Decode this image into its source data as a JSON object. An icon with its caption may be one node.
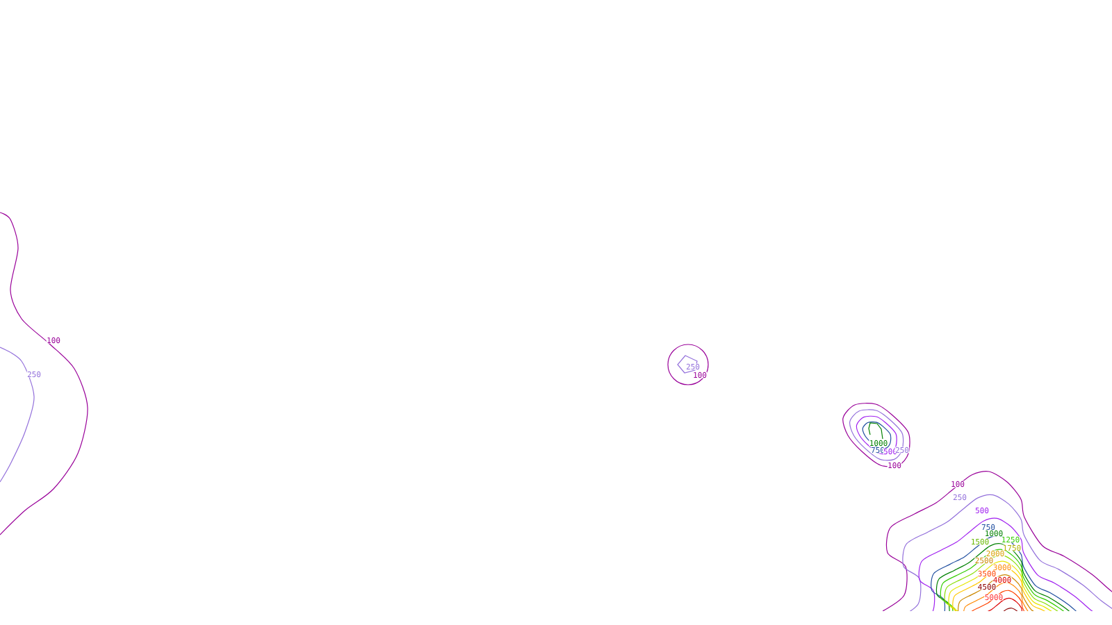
{
  "diagram": {
    "labels": [
      "100",
      "250",
      "250",
      "100",
      "1000",
      "750",
      "500",
      "250",
      "100",
      "100",
      "250",
      "500",
      "750",
      "1000",
      "1250",
      "1500",
      "1750",
      "2000",
      "2500",
      "3000",
      "3500",
      "4000",
      "4500",
      "5000"
    ]
  }
}
